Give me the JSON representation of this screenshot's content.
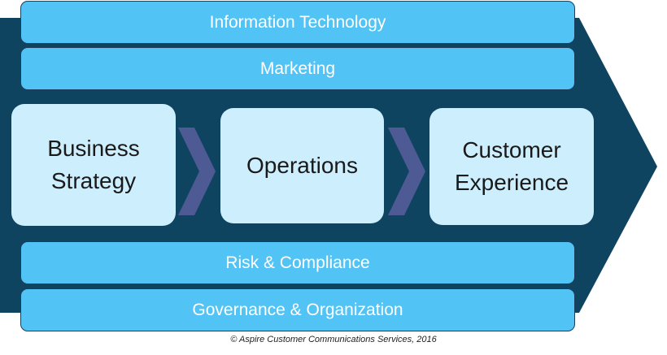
{
  "bands_top": [
    {
      "label": "Information Technology"
    },
    {
      "label": "Marketing"
    }
  ],
  "stages": [
    {
      "label": "Business\nStrategy"
    },
    {
      "label": "Operations"
    },
    {
      "label": "Customer\nExperience"
    }
  ],
  "bands_bottom": [
    {
      "label": "Risk & Compliance"
    },
    {
      "label": "Governance & Organization"
    }
  ],
  "copyright": "© Aspire Customer Communications Services, 2016",
  "colors": {
    "arrow": "#0f4461",
    "band": "#52c3f5",
    "stage_box": "#cdeefc",
    "chevron": "#4e5a94"
  }
}
